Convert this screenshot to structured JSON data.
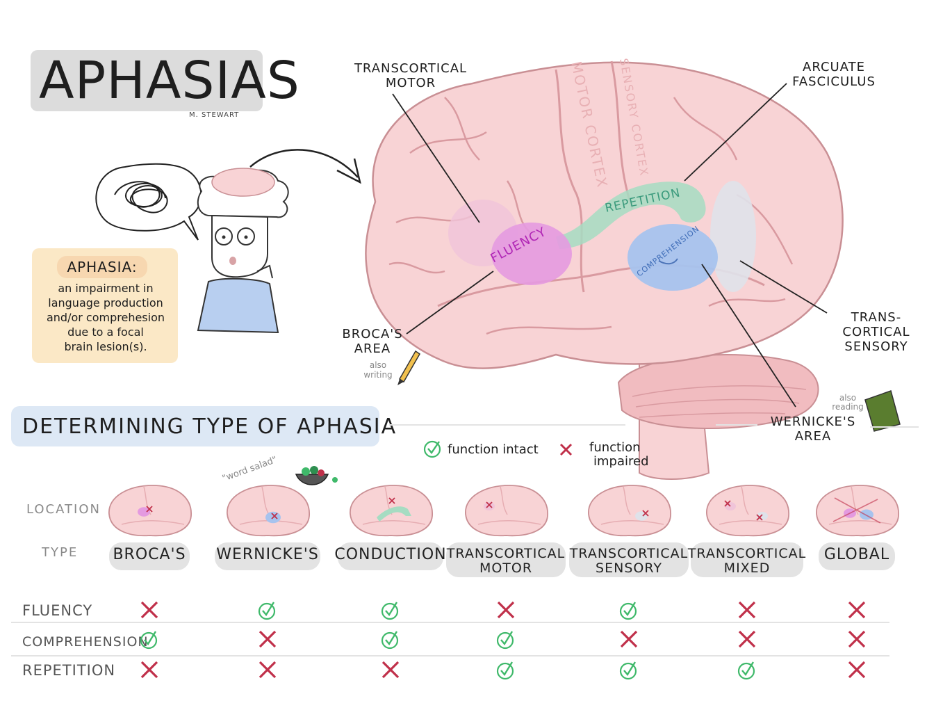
{
  "title": "APHASIAS",
  "author": "M. STEWART",
  "definition": {
    "heading": "APHASIA:",
    "lines": [
      "an impairment in",
      "language production",
      "and/or comprehesion",
      "due to a focal",
      "brain lesion(s)."
    ]
  },
  "brain_labels": {
    "transcortical_motor": [
      "TRANSCORTICAL",
      "MOTOR"
    ],
    "arcuate_fasciculus": [
      "ARCUATE",
      "FASCICULUS"
    ],
    "motor_cortex": "MOTOR CORTEX",
    "sensory_cortex": "SENSORY CORTEX",
    "repetition": "REPETITION",
    "fluency": "FLUENCY",
    "comprehension": "COMPREHENSION",
    "brocas_area": [
      "BROCA'S",
      "AREA"
    ],
    "also_writing": [
      "also",
      "writing"
    ],
    "transcortical_sensory": [
      "TRANS-",
      "CORTICAL",
      "SENSORY"
    ],
    "wernickes_area": [
      "WERNICKE'S",
      "AREA"
    ],
    "also_reading": [
      "also",
      "reading"
    ]
  },
  "section_title": "DETERMINING TYPE OF APHASIA",
  "legend": {
    "intact": "function intact",
    "impaired": [
      "function",
      "impaired"
    ]
  },
  "word_salad": "\"word salad\"",
  "row_labels": {
    "location": "LOCATION",
    "type": "TYPE"
  },
  "types": [
    {
      "lines": [
        "BROCA'S"
      ]
    },
    {
      "lines": [
        "WERNICKE'S"
      ]
    },
    {
      "lines": [
        "CONDUCTION"
      ]
    },
    {
      "lines": [
        "TRANSCORTICAL",
        "MOTOR"
      ]
    },
    {
      "lines": [
        "TRANSCORTICAL",
        "SENSORY"
      ]
    },
    {
      "lines": [
        "TRANSCORTICAL",
        "MIXED"
      ]
    },
    {
      "lines": [
        "GLOBAL"
      ]
    }
  ],
  "functions": [
    {
      "label": "FLUENCY",
      "values": [
        "impaired",
        "intact",
        "intact",
        "impaired",
        "intact",
        "impaired",
        "impaired"
      ]
    },
    {
      "label": "COMPREHENSION",
      "values": [
        "intact",
        "impaired",
        "intact",
        "intact",
        "impaired",
        "impaired",
        "impaired"
      ]
    },
    {
      "label": "REPETITION",
      "values": [
        "impaired",
        "impaired",
        "impaired",
        "intact",
        "intact",
        "intact",
        "impaired"
      ]
    }
  ],
  "colors": {
    "brain": "#f8d3d5",
    "brain_outline": "#c98f94",
    "fluency": "#e277d8",
    "comprehension": "#7fa8e6",
    "repetition": "#9fd9c0",
    "intact": "#3fb96a",
    "impaired": "#c0304a"
  }
}
